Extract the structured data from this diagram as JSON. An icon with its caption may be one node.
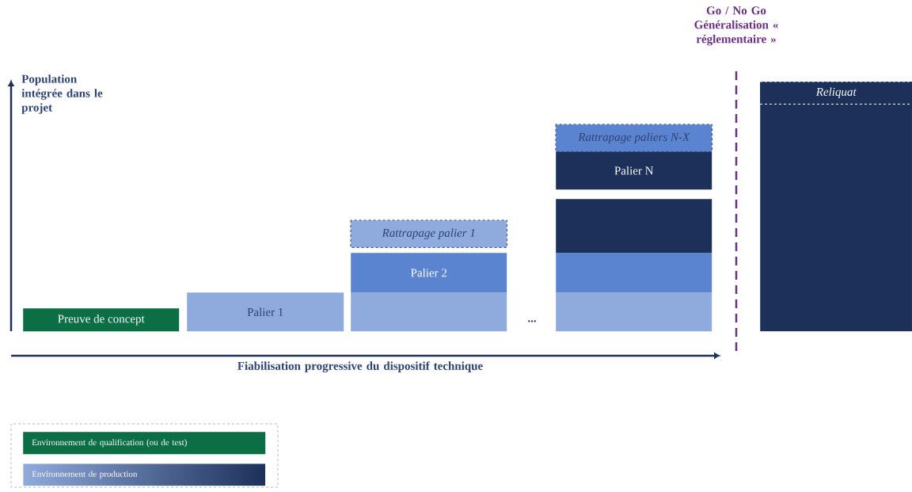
{
  "diagram": {
    "nodes": [
      {
        "text": [
          "Preuve de concept"
        ]
      },
      {
        "text": [
          "Palier 1"
        ]
      },
      {
        "text": [],
        "shape": "bar"
      },
      {
        "text": [
          "Palier 2"
        ]
      },
      {
        "text": [
          "Rattrapage palier 1"
        ]
      },
      {
        "text": [],
        "shape": "bar"
      },
      {
        "text": [],
        "shape": "bar"
      },
      {
        "text": [],
        "shape": "bar"
      },
      {
        "text": [
          "Palier N"
        ]
      },
      {
        "text": [
          "Rattrapage paliers N-X"
        ]
      },
      {
        "text": [],
        "shape": "bar"
      },
      {
        "text": [
          "Reliquat"
        ],
        "in": 10
      }
    ],
    "labels": [
      "Go / No Go Généralisation « réglementaire »",
      "Population intégrée dans le projet",
      "...",
      "Fiabilisation progressive du dispositif technique"
    ],
    "legend": [
      {
        "text": "Environnement de qualification (ou de test)",
        "color": "#0b6e45"
      },
      {
        "text": "Environnement de production",
        "color": "#8faadc"
      }
    ]
  }
}
